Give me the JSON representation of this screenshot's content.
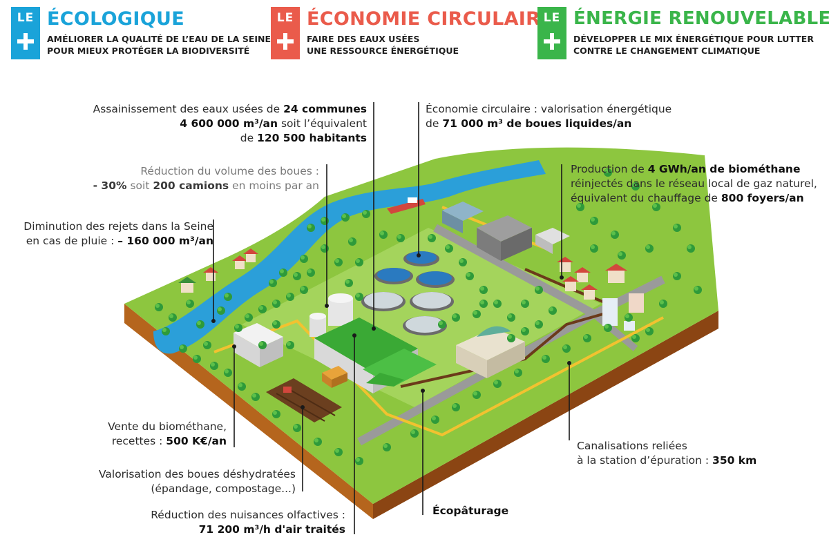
{
  "header": [
    {
      "badge": "LE",
      "title": "ÉCOLOGIQUE",
      "subtitle_1": "AMÉLIORER LA QUALITÉ DE L’EAU DE LA SEINE",
      "subtitle_2": "POUR MIEUX PROTÉGER LA BIODIVERSITÉ",
      "color": "#1aa3d9"
    },
    {
      "badge": "LE",
      "title": "ÉCONOMIE CIRCULAIRE",
      "subtitle_1": "FAIRE DES EAUX USÉES",
      "subtitle_2": "UNE RESSOURCE ÉNERGÉTIQUE",
      "color": "#ea5b4b"
    },
    {
      "badge": "LE",
      "title": "ÉNERGIE RENOUVELABLE",
      "subtitle_1": "DÉVELOPPER LE MIX ÉNERGÉTIQUE POUR LUTTER",
      "subtitle_2": "CONTRE LE CHANGEMENT CLIMATIQUE",
      "color": "#3ab54a"
    }
  ],
  "annotations": {
    "assainissement": {
      "l1_pre": "Assainissement des eaux usées de ",
      "l1_bold": "24 communes",
      "l2_bold": "4 600 000 m³/an",
      "l2_post": " soit l’équivalent",
      "l3_pre": "de ",
      "l3_bold": "120 500 habitants"
    },
    "reduction_boues": {
      "l1": "Réduction du volume des boues :",
      "l2_bold1": "- 30%",
      "l2_mid": " soit ",
      "l2_bold2": "200 camions",
      "l2_post": " en moins par an"
    },
    "rejets": {
      "l1": "Diminution des rejets dans la Seine",
      "l2_pre": "en cas de pluie : ",
      "l2_bold": "– 160 000 m³/an"
    },
    "economie": {
      "l1": "Économie circulaire : valorisation énergétique",
      "l2_pre": "de ",
      "l2_bold": "71 000 m³ de boues liquides/an"
    },
    "production": {
      "l1_pre": "Production de ",
      "l1_bold": "4 GWh/an de biométhane",
      "l2": "réinjectés dans le réseau local de gaz naturel,",
      "l3_pre": "équivalent du chauffage de ",
      "l3_bold": "800 foyers/an"
    },
    "vente": {
      "l1": "Vente du biométhane,",
      "l2_pre": "recettes : ",
      "l2_bold": "500 K€/an"
    },
    "valorisation": {
      "l1": "Valorisation des boues déshydratées",
      "l2": "(épandage, compostage...)"
    },
    "nuisances": {
      "l1": "Réduction des nuisances olfactives :",
      "l2_bold": "71 200 m³/h d'air traités"
    },
    "ecopaturage": {
      "l1_bold": "Écopâturage"
    },
    "canalisations": {
      "l1": "Canalisations reliées",
      "l2_pre": "à la station d’épuration : ",
      "l2_bold": "350 km"
    }
  },
  "colors": {
    "grass": "#8dc63f",
    "soil_left": "#b5651d",
    "soil_right": "#8b4513",
    "river": "#2b9fd9",
    "road": "#9a9a9a",
    "pipe": "#f2c230",
    "roof_green": "#3aa935"
  },
  "icons": [
    "plus-icon"
  ]
}
